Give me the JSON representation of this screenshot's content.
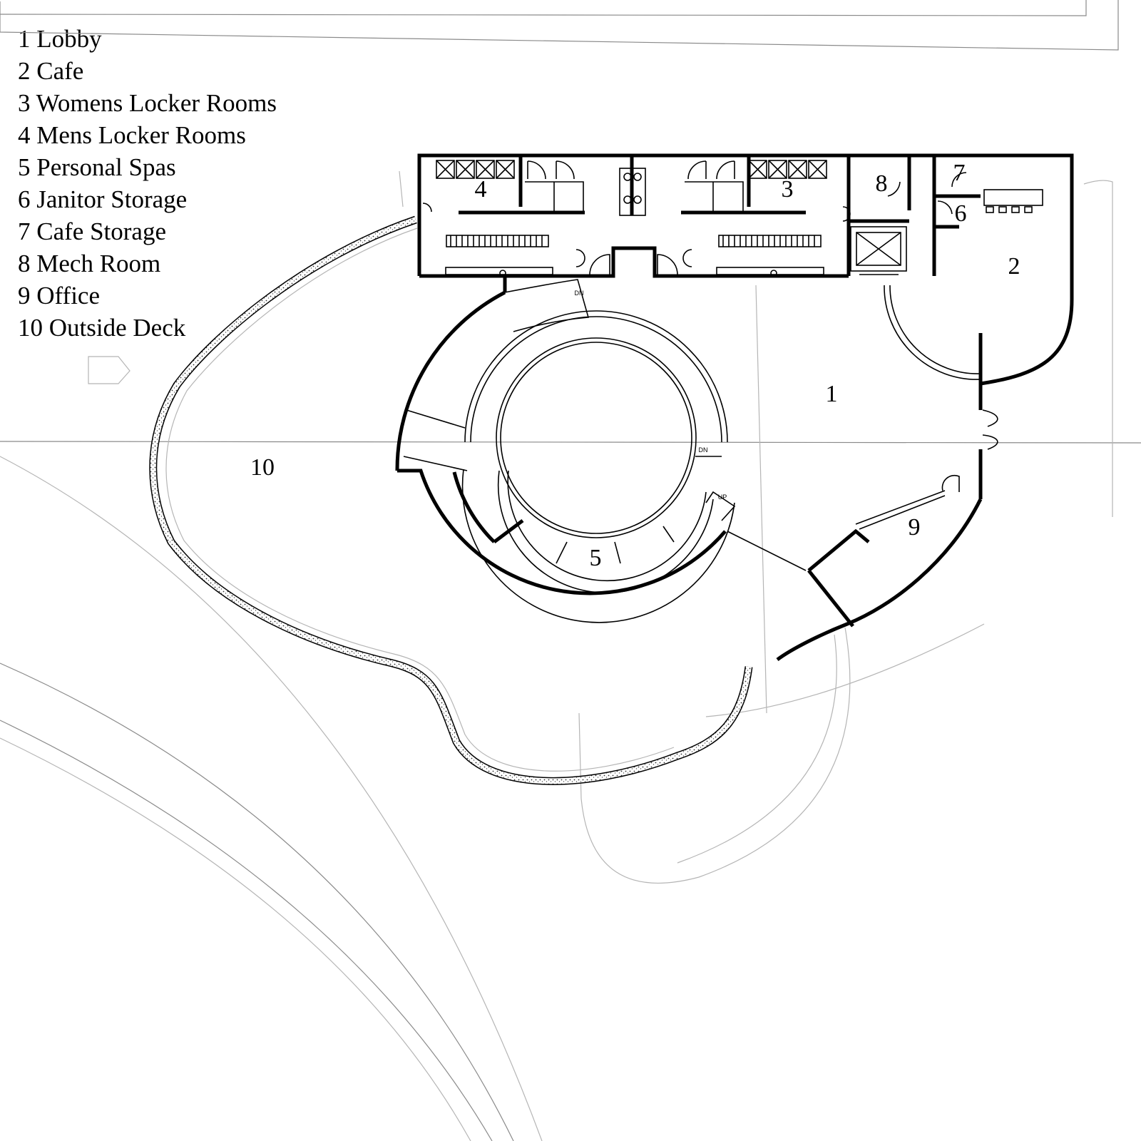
{
  "legend": [
    {
      "num": "1",
      "name": "Lobby"
    },
    {
      "num": "2",
      "name": "Cafe"
    },
    {
      "num": "3",
      "name": "Womens Locker Rooms"
    },
    {
      "num": "4",
      "name": "Mens Locker Rooms"
    },
    {
      "num": "5",
      "name": "Personal Spas"
    },
    {
      "num": "6",
      "name": "Janitor Storage"
    },
    {
      "num": "7",
      "name": "Cafe Storage"
    },
    {
      "num": "8",
      "name": "Mech Room"
    },
    {
      "num": "9",
      "name": "Office"
    },
    {
      "num": "10",
      "name": "Outside Deck"
    }
  ],
  "room_labels": [
    "1",
    "2",
    "3",
    "4",
    "5",
    "6",
    "7",
    "8",
    "9",
    "10"
  ],
  "stair_labels": [
    "DN",
    "DN",
    "UP"
  ]
}
